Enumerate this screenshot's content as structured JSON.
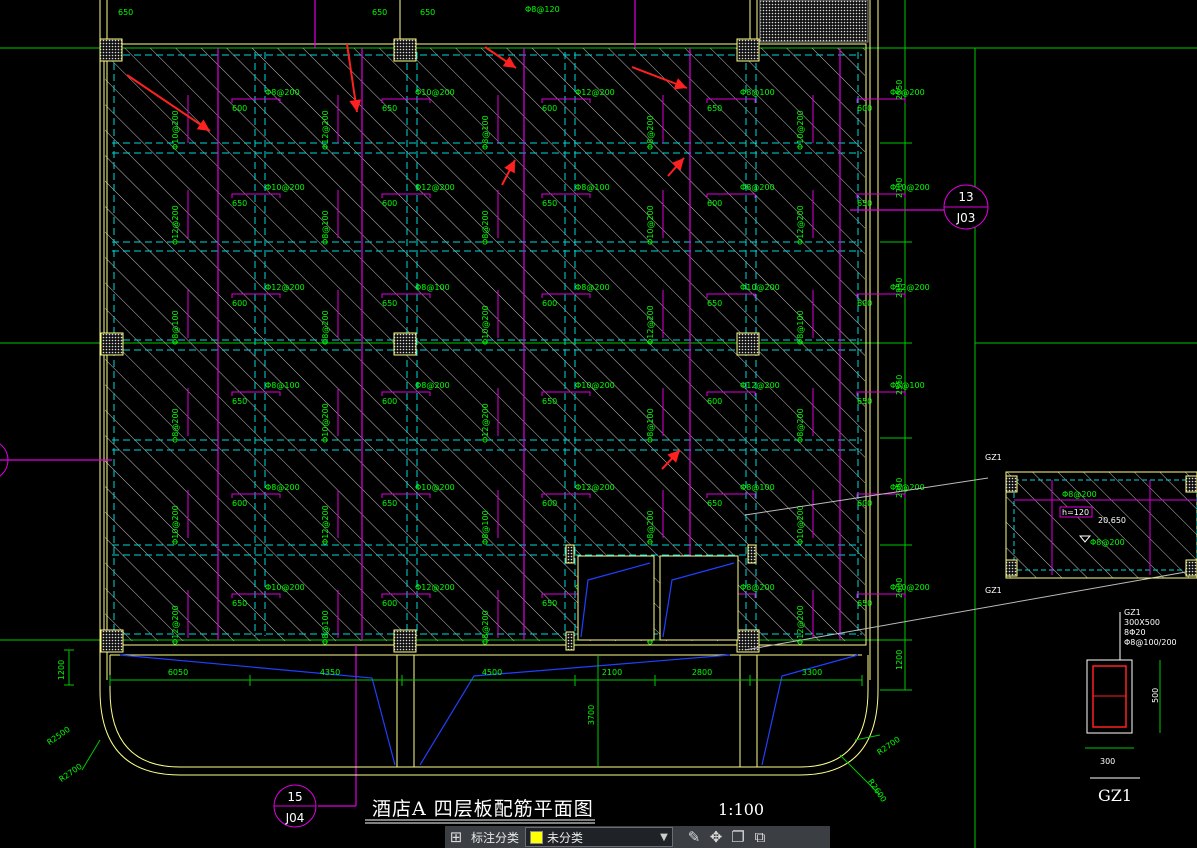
{
  "drawing": {
    "title": "酒店A 四层板配筋平面图",
    "scale": "1:100",
    "bubbles": [
      {
        "top": "13",
        "bottom": "J03"
      },
      {
        "top": "15",
        "bottom": "J04"
      }
    ],
    "section_label": "GZ1",
    "section_spec": [
      "GZ1",
      "300X500",
      "8Φ20",
      "Φ8@100/200"
    ],
    "section_dims": {
      "width": "300",
      "height": "500"
    },
    "right_dims": [
      "2550",
      "2700",
      "2850",
      "2550",
      "2950",
      "2600",
      "1200"
    ],
    "bottom_dims": [
      "6050",
      "4350",
      "4500",
      "2100",
      "2800",
      "3300"
    ],
    "left_dims": [
      "1200"
    ],
    "radius_labels": [
      "R2500",
      "R2700",
      "R2700",
      "R2600"
    ],
    "vertical_dim": "3700",
    "top_labels": [
      "650",
      "650",
      "650",
      "Φ8@120"
    ],
    "rebar_labels": [
      "Φ8@200",
      "Φ10@200",
      "Φ12@200",
      "Φ8@100"
    ],
    "offset_labels": [
      "600",
      "650"
    ],
    "detail": {
      "labels": [
        "GZ1",
        "GZ1"
      ],
      "h": "h=120",
      "elev": "20.650",
      "rebar": [
        "Φ8@200",
        "Φ8@200"
      ]
    }
  },
  "toolbar": {
    "label": "标注分类",
    "category_value": "未分类",
    "icons": [
      "grid-icon",
      "edit-icon",
      "move-icon",
      "copy-icon",
      "paste-icon"
    ]
  },
  "colors": {
    "background": "#000000",
    "hatch": "#c8c8c8",
    "dashed": "#00d8d8",
    "rebar": "#e000e0",
    "text": "#00ff00",
    "dimension": "#00ff00",
    "arrow": "#ff2020",
    "wall": "#ffff66",
    "blue": "#2040ff"
  }
}
